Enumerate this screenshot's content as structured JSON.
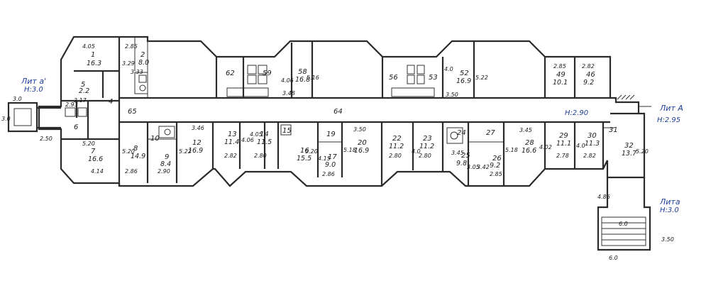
{
  "rooms": [
    {
      "num": "1",
      "area": "16.3"
    },
    {
      "num": "2",
      "area": "8.0"
    },
    {
      "num": "4",
      "area": ""
    },
    {
      "num": "5",
      "area": "2.2"
    },
    {
      "num": "6",
      "area": ""
    },
    {
      "num": "7",
      "area": "16.6"
    },
    {
      "num": "8",
      "area": "14.9"
    },
    {
      "num": "9",
      "area": "8.4"
    },
    {
      "num": "10",
      "area": ""
    },
    {
      "num": "12",
      "area": "16.9"
    },
    {
      "num": "13",
      "area": "11.4"
    },
    {
      "num": "14",
      "area": "11.5"
    },
    {
      "num": "15",
      "area": ""
    },
    {
      "num": "16",
      "area": "15.5"
    },
    {
      "num": "17",
      "area": "9.0"
    },
    {
      "num": "19",
      "area": ""
    },
    {
      "num": "20",
      "area": "16.9"
    },
    {
      "num": "22",
      "area": "11.2"
    },
    {
      "num": "23",
      "area": "11.2"
    },
    {
      "num": "24",
      "area": ""
    },
    {
      "num": "25",
      "area": "9.8"
    },
    {
      "num": "26",
      "area": "9.2"
    },
    {
      "num": "27",
      "area": ""
    },
    {
      "num": "28",
      "area": "16.6"
    },
    {
      "num": "29",
      "area": "11.1"
    },
    {
      "num": "30",
      "area": "11.3"
    },
    {
      "num": "31",
      "area": ""
    },
    {
      "num": "32",
      "area": "13.7"
    },
    {
      "num": "46",
      "area": "9.2"
    },
    {
      "num": "49",
      "area": "10.1"
    },
    {
      "num": "52",
      "area": "16.9"
    },
    {
      "num": "53",
      "area": ""
    },
    {
      "num": "56",
      "area": ""
    },
    {
      "num": "58",
      "area": "16.8"
    },
    {
      "num": "59",
      "area": ""
    },
    {
      "num": "62",
      "area": ""
    },
    {
      "num": "64",
      "area": ""
    },
    {
      "num": "65",
      "area": ""
    }
  ],
  "dims": {
    "d3_0": "3.0",
    "d3_0b": "3.0",
    "d2_50": "2.50",
    "d4_05a": "4.05",
    "d2_85a": "2.85",
    "d3_29": "3.29",
    "d3_33": "3.33",
    "d2_93": "2.93",
    "d3_17": "3.17",
    "d5_20a": "5.20",
    "d4_14": "4.14",
    "d5_20b": "5.20",
    "d2_86a": "2.86",
    "d2_90": "2.90",
    "d5_22a": "5.22",
    "d3_46": "3.46",
    "d2_82a": "2.82",
    "d4_06": "4.06",
    "d4_05b": "4.05",
    "d2_80a": "2.80",
    "d4_06b": "4.06",
    "d3_48": "3.48",
    "d5_16": "5.16",
    "d5_20c": "5.20",
    "d4_15": "4.15",
    "d2_86b": "2.86",
    "d5_18a": "5.18",
    "d3_50a": "3.50",
    "d4_0a": "4.0",
    "d2_80b": "2.80",
    "d2_80c": "2.80",
    "d4_0b": "4.0",
    "d3_50b": "3.50",
    "d5_22b": "5.22",
    "d3_45a": "3.45",
    "d3_42": "3.42",
    "d2_85b": "2.85",
    "d3_05": "3.05",
    "d3_45b": "3.45",
    "d5_18b": "5.18",
    "d4_02": "4.02",
    "d2_78": "2.78",
    "d4_0c": "4.0",
    "d2_82b": "2.82",
    "d5_20d": "5.20",
    "d2_85c": "2.85",
    "d2_82c": "2.82",
    "d4_86": "4.86",
    "d6_0a": "6.0",
    "d6_0b": "6.0",
    "d3_50c": "3.50"
  },
  "labels": {
    "lit_a1": "Лит а'",
    "lit_a1_h": "H:3.0",
    "lit_A": "Лит А",
    "lit_A_h": "H:2.95",
    "lit_a2": "Лита",
    "lit_a2_h": "H:3.0",
    "corridor_h": "H:2.90"
  },
  "colors": {
    "ink": "#2a2a2a",
    "annotation": "#1f3f9a"
  }
}
